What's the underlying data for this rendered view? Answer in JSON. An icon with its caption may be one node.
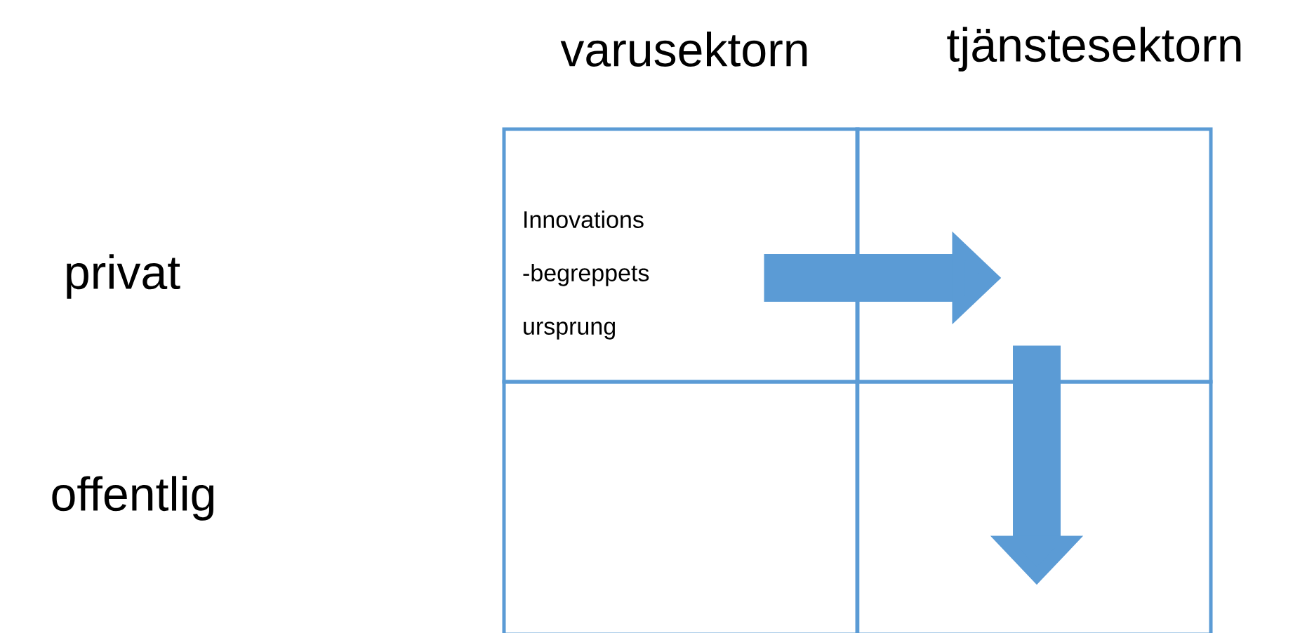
{
  "diagram": {
    "nodes": [
      {
        "text": [
          "Innovations -begreppets ursprung"
        ]
      },
      {
        "text": [],
        "shape": "box"
      },
      {
        "text": [],
        "shape": "box"
      },
      {
        "text": [],
        "shape": "box"
      }
    ],
    "edges": [
      {
        "from": 0,
        "to": 1,
        "arrow": "to"
      },
      {
        "from": 1,
        "to": 3,
        "arrow": "to"
      }
    ],
    "labels": [
      "varusektorn",
      "tjänstesektorn",
      "privat",
      "offentlig"
    ]
  }
}
